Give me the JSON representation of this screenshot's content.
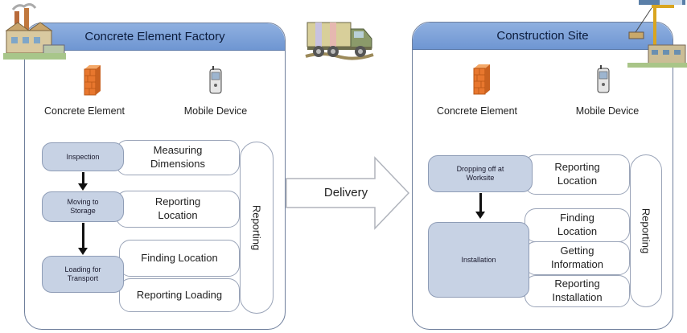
{
  "factory": {
    "title": "Concrete Element Factory",
    "element_label": "Concrete Element",
    "device_label": "Mobile Device",
    "steps": [
      "Inspection",
      "Moving to\nStorage",
      "Loading for\nTransport"
    ],
    "tasks": [
      "Measuring\nDimensions",
      "Reporting\nLocation",
      "Finding Location",
      "Reporting Loading"
    ],
    "reporting": "Reporting"
  },
  "delivery": {
    "label": "Delivery"
  },
  "site": {
    "title": "Construction Site",
    "element_label": "Concrete Element",
    "device_label": "Mobile Device",
    "steps": [
      "Dropping off at\nWorksite",
      "Installation"
    ],
    "tasks": [
      "Reporting\nLocation",
      "Finding\nLocation",
      "Getting\nInformation",
      "Reporting\nInstallation"
    ],
    "reporting": "Reporting"
  },
  "colors": {
    "header": "#7a9fd8",
    "step_fill": "#c7d2e4",
    "brick": "#e8772e"
  },
  "icons": [
    "factory-icon",
    "truck-icon",
    "crane-icon",
    "brick-icon",
    "phone-icon"
  ]
}
